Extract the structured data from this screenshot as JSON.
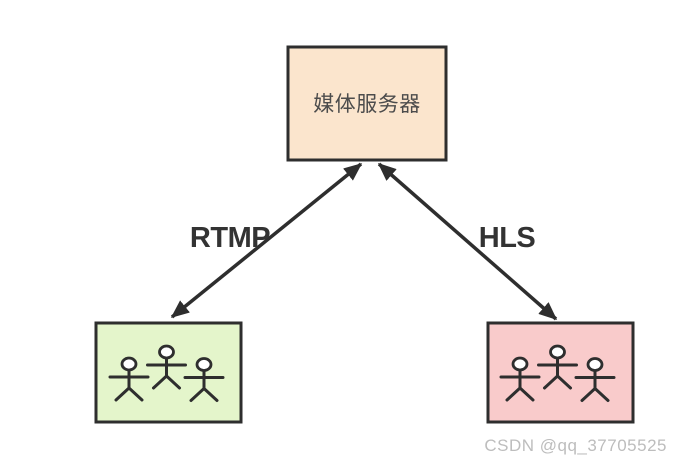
{
  "diagram": {
    "server": {
      "label": "媒体服务器"
    },
    "edges": {
      "rtmp": {
        "label": "RTMP"
      },
      "hls": {
        "label": "HLS"
      }
    },
    "audience_left": {
      "icon": "people-group-icon",
      "person_count": 3
    },
    "audience_right": {
      "icon": "people-group-icon",
      "person_count": 3
    },
    "watermark": "CSDN @qq_37705525"
  },
  "colors": {
    "server_fill": "#FBE5CD",
    "rtmp_audience_fill": "#E4F5CB",
    "hls_audience_fill": "#F9CBCB",
    "stroke": "#2E2E2E",
    "edge_label_text": "#333333",
    "server_text": "#4C4C4C",
    "watermark_text": "#BDBDBD",
    "background": "#FFFFFF"
  }
}
